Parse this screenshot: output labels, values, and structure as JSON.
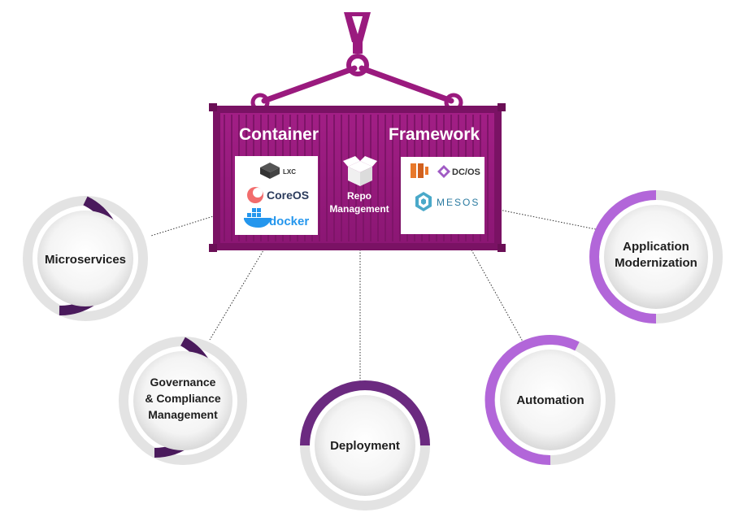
{
  "container": {
    "title_left": "Container",
    "title_right": "Framework",
    "center_label_line1": "Repo",
    "center_label_line2": "Management",
    "left_logos": {
      "lxc": "LXC",
      "coreos": "CoreOS",
      "docker": "docker"
    },
    "right_logos": {
      "dcos": "DC/OS",
      "mesos": "MESOS"
    }
  },
  "nodes": {
    "microservices": "Microservices",
    "governance": [
      "Governance",
      "& Compliance",
      "Management"
    ],
    "deployment": "Deployment",
    "automation": "Automation",
    "modernization": [
      "Application",
      "Modernization"
    ]
  },
  "colors": {
    "container": "#9a1a7e",
    "container_dark": "#7a1264",
    "ring_dark": "#4a1a5c",
    "ring_mid": "#6b2a80",
    "ring_light": "#b266d9",
    "ring_gray": "#e3e3e3"
  }
}
